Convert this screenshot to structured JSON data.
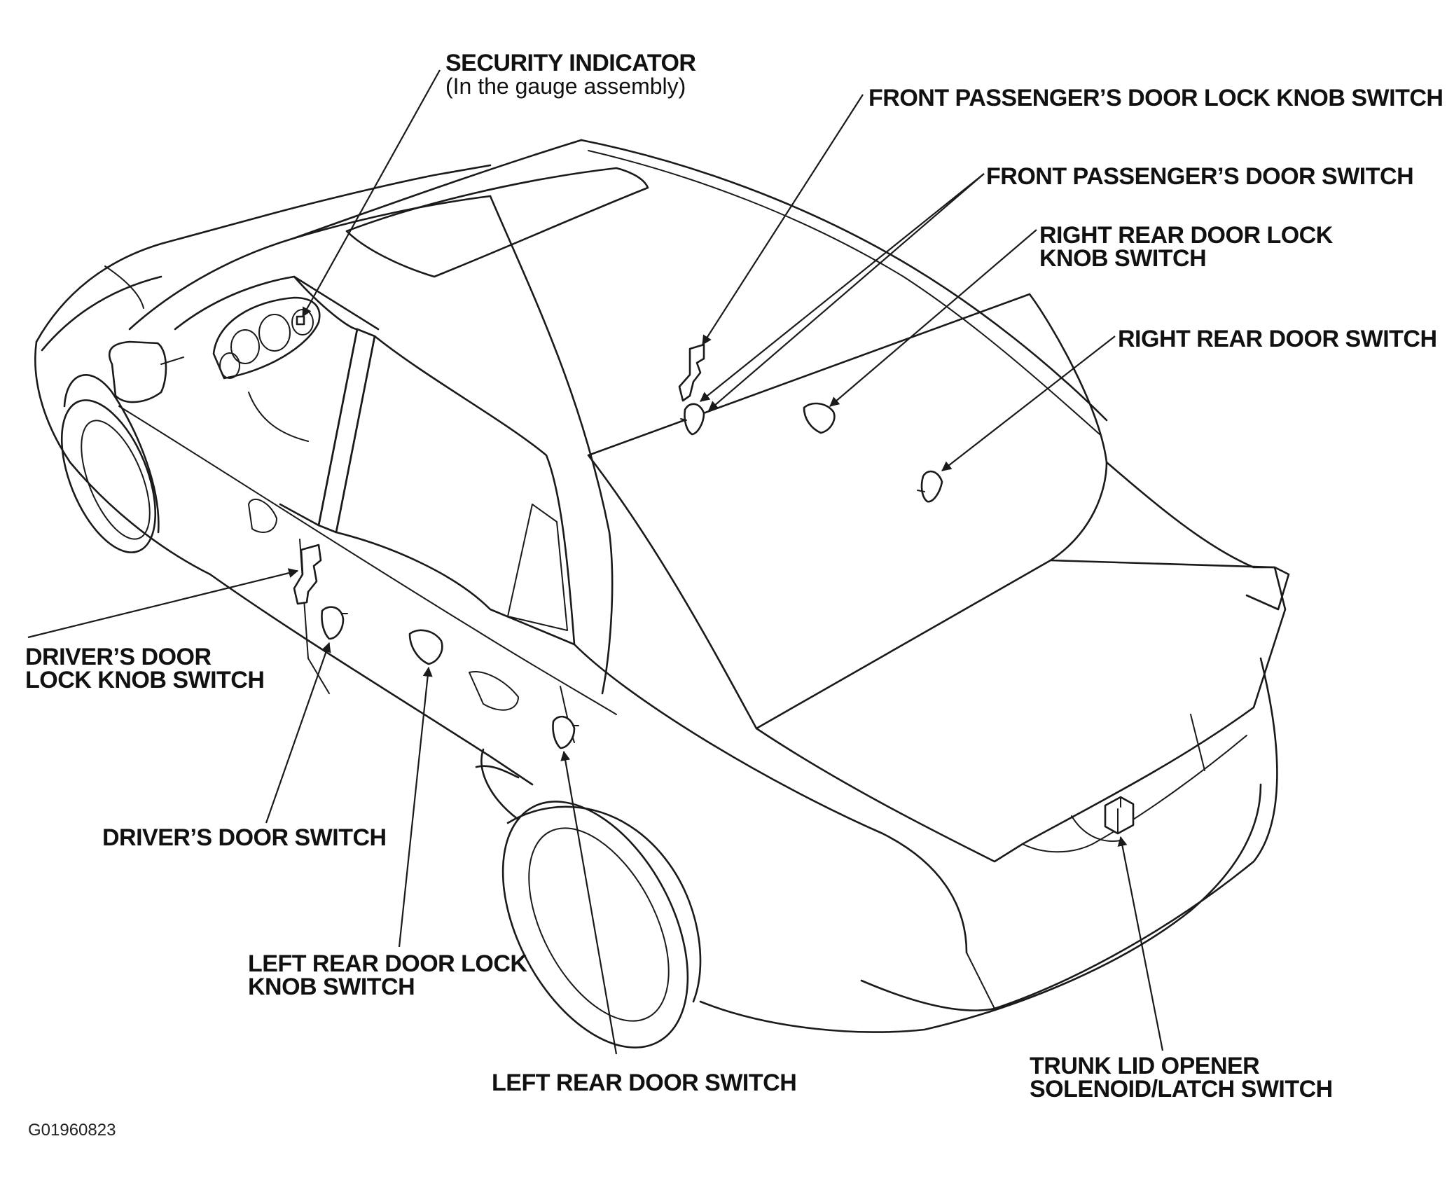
{
  "labels": {
    "security_indicator": {
      "line1": "SECURITY INDICATOR",
      "line2": "(In the gauge assembly)"
    },
    "front_passenger_lock_knob": {
      "line1": "FRONT PASSENGER’S DOOR LOCK KNOB SWITCH"
    },
    "front_passenger_door_switch": {
      "line1": "FRONT PASSENGER’S DOOR SWITCH"
    },
    "right_rear_lock_knob": {
      "line1": "RIGHT REAR DOOR LOCK",
      "line2": "KNOB SWITCH"
    },
    "right_rear_door_switch": {
      "line1": "RIGHT REAR DOOR SWITCH"
    },
    "drivers_lock_knob": {
      "line1": "DRIVER’S DOOR",
      "line2": "LOCK KNOB SWITCH"
    },
    "drivers_door_switch": {
      "line1": "DRIVER’S DOOR SWITCH"
    },
    "left_rear_lock_knob": {
      "line1": "LEFT REAR DOOR LOCK",
      "line2": "KNOB SWITCH"
    },
    "left_rear_door_switch": {
      "line1": "LEFT REAR DOOR SWITCH"
    },
    "trunk_lid_opener": {
      "line1": "TRUNK LID OPENER",
      "line2": "SOLENOID/LATCH SWITCH"
    }
  },
  "figure_code": "G01960823"
}
